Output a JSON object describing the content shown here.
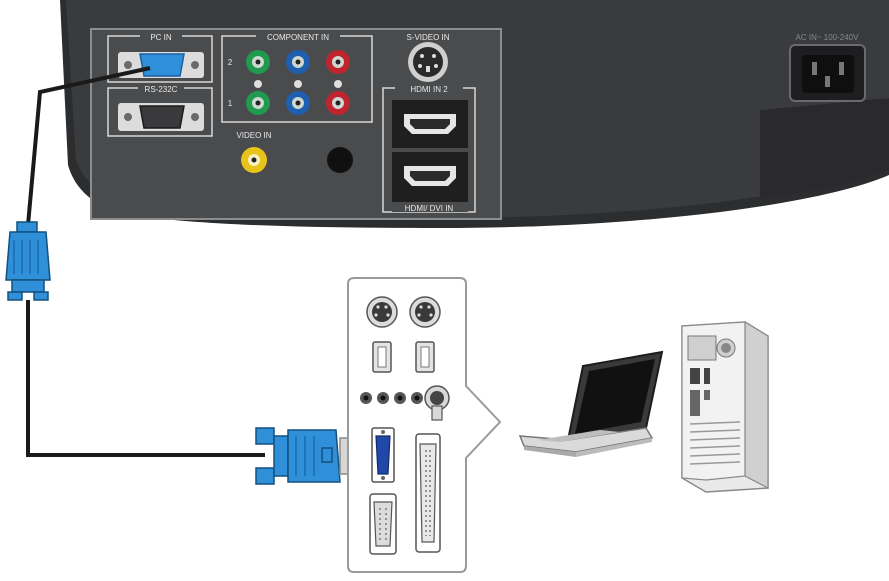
{
  "panel": {
    "pc_in": "PC IN",
    "rs232c": "RS-232C",
    "component_in": "COMPONENT IN",
    "row_2": "2",
    "row_1": "1",
    "video_in": "VIDEO IN",
    "svideo_in": "S-VIDEO IN",
    "hdmi_in_2": "HDMI IN 2",
    "hdmi_dvi_in": "HDMI/ DVI IN",
    "ac_in": "AC IN~ 100-240V"
  },
  "colors": {
    "cable_blue": "#2f8fd8",
    "component_green": "#1f9a4e",
    "component_blue": "#1f5fb0",
    "component_red": "#c0242e",
    "video_yellow": "#e8c31a",
    "panel_dark": "#3a3b3d"
  }
}
